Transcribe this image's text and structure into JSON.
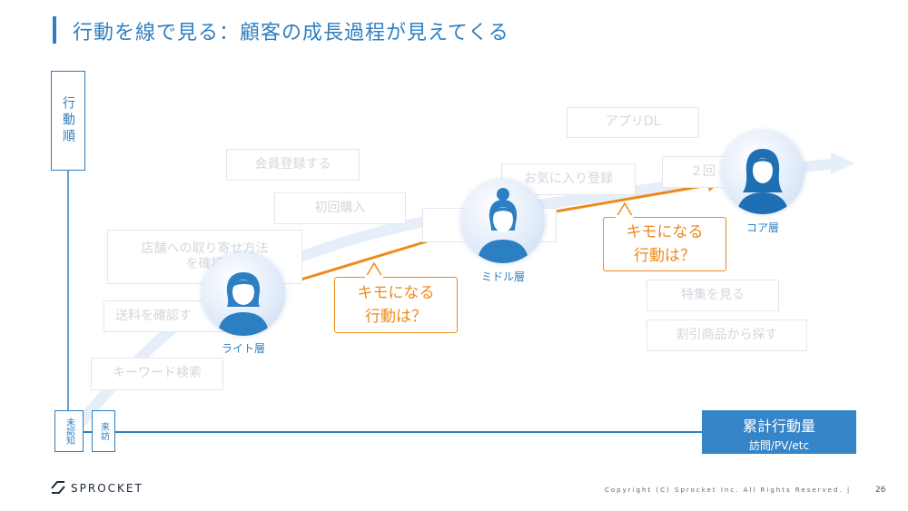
{
  "title": "行動を線で見る：顧客の成長過程が見えてくる",
  "vertical_axis_label": "行動順",
  "steps": {
    "app_dl": "アプリDL",
    "member": "会員登録する",
    "favorite": "お気に入り登録",
    "second": "２回",
    "first_purchase": "初回購入",
    "store_pickup": "店舗への取り寄せ方法\nを確認",
    "shipping": "送料を確認す",
    "keyword": "キーワード検索",
    "feature": "特集を見る",
    "discount": "割引商品から探す"
  },
  "personas": {
    "light": "ライト層",
    "middle": "ミドル層",
    "core": "コア層"
  },
  "callouts": {
    "first": "キモになる\n行動は？",
    "second": "キモになる\n行動は？"
  },
  "x_axis": {
    "unaware": "未認知",
    "visit": "来訪",
    "total_title": "累計行動量",
    "total_sub": "訪問/PV/etc"
  },
  "footer": {
    "logo": "SPROCKET",
    "copyright": "Copyright (C) Sprocket Inc. All Rights Reserved. |",
    "page": "26"
  },
  "colors": {
    "accent_blue": "#2f7fc0",
    "orange": "#ee8a1c",
    "total_box": "#3585c8"
  }
}
